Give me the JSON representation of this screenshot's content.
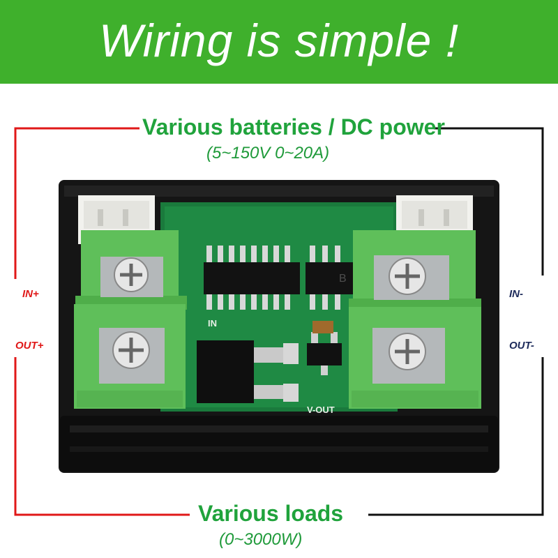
{
  "banner": {
    "title": "Wiring is simple !",
    "color": "#3fb02c"
  },
  "power": {
    "title": "Various batteries / DC power",
    "spec": "(5~150V 0~20A)"
  },
  "load": {
    "title": "Various loads",
    "spec": "(0~3000W)"
  },
  "terminals": {
    "in_plus": "IN+",
    "in_minus": "IN-",
    "out_plus": "OUT+",
    "out_minus": "OUT-"
  },
  "colors": {
    "positive_wire": "#e01818",
    "negative_wire": "#111111",
    "terminal_green": "#5fbf5a",
    "pcb_green": "#1a7a3c"
  },
  "board": {
    "silk_in": "IN",
    "silk_out": "V-OUT",
    "chip_mark": "B"
  }
}
